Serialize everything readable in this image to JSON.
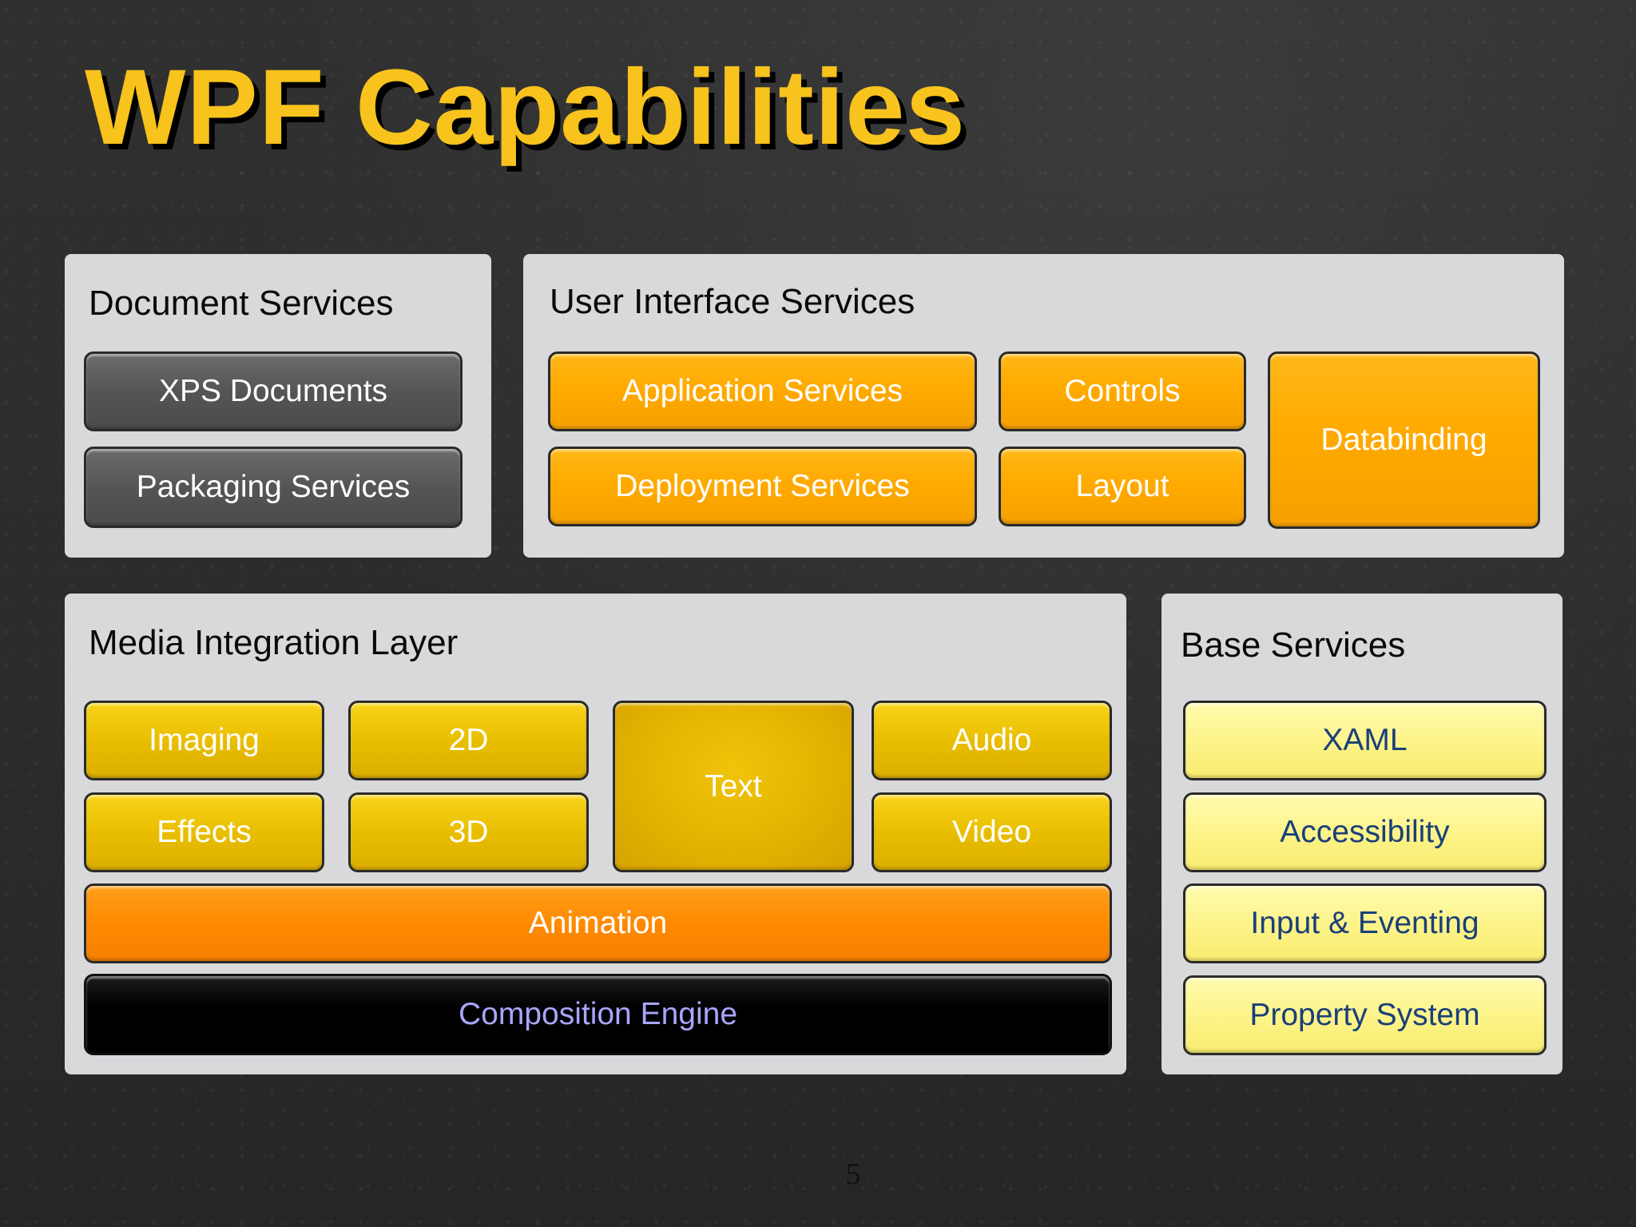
{
  "title": "WPF Capabilities",
  "page_number": "5",
  "document_services": {
    "title": "Document Services",
    "items": [
      "XPS Documents",
      "Packaging Services"
    ]
  },
  "ui_services": {
    "title": "User Interface Services",
    "application_services": "Application Services",
    "deployment_services": "Deployment Services",
    "controls": "Controls",
    "layout": "Layout",
    "databinding": "Databinding"
  },
  "media_layer": {
    "title": "Media Integration Layer",
    "imaging": "Imaging",
    "effects": "Effects",
    "twod": "2D",
    "threed": "3D",
    "text": "Text",
    "audio": "Audio",
    "video": "Video",
    "animation": "Animation",
    "composition_engine": "Composition Engine"
  },
  "base_services": {
    "title": "Base Services",
    "items": [
      "XAML",
      "Accessibility",
      "Input & Eventing",
      "Property System"
    ]
  },
  "colors": {
    "title": "#f7c31c",
    "panel": "#d9d9dc",
    "gray_box": "#555557",
    "orange_box": "#ffaa00",
    "gold_box": "#e9be00",
    "animation_box": "#ff8a00",
    "composition_box": "#000000",
    "composition_text": "#a9a6ff",
    "pale_box": "#fdf48a",
    "pale_text": "#1a3f7a"
  }
}
